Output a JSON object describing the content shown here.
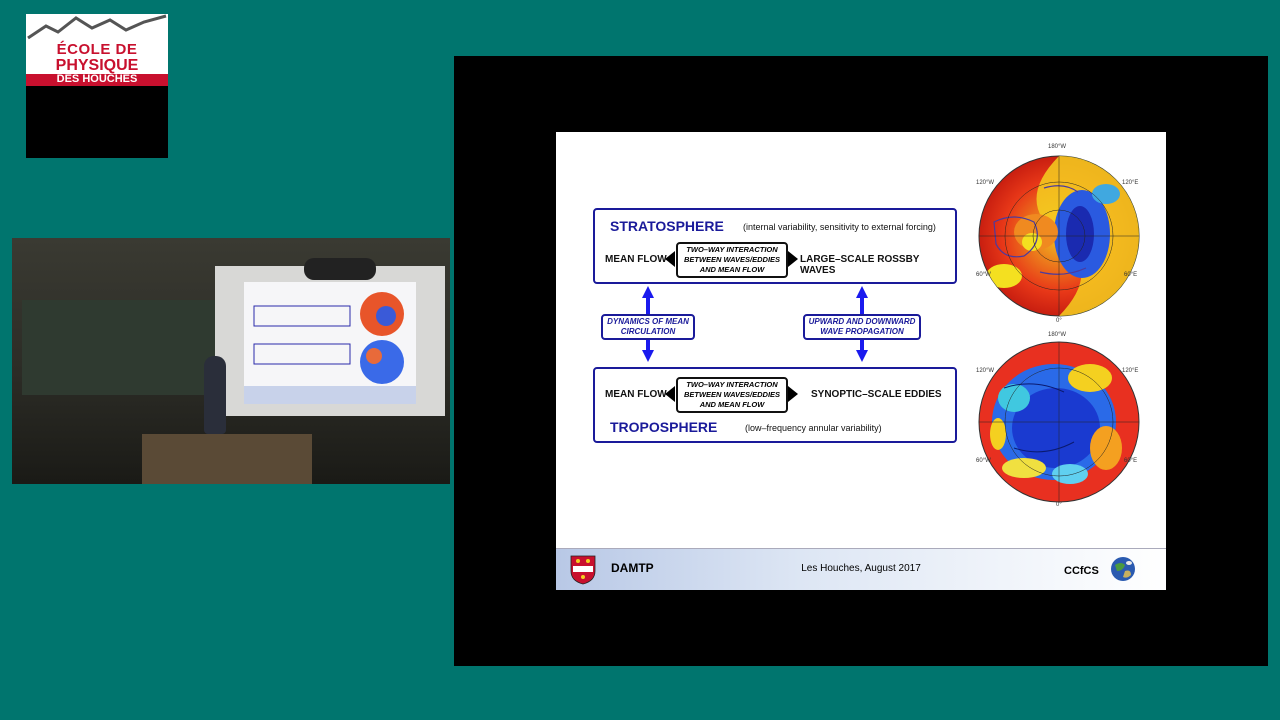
{
  "logo": {
    "line1": "ÉCOLE DE",
    "line2": "PHYSIQUE",
    "line3": "DES HOUCHES"
  },
  "slide": {
    "stratosphere": {
      "title": "STRATOSPHERE",
      "subtitle": "(internal variability, sensitivity to external forcing)",
      "left": "MEAN FLOW",
      "interaction": [
        "TWO–WAY INTERACTION",
        "BETWEEN WAVES/EDDIES",
        "AND MEAN FLOW"
      ],
      "right": "LARGE–SCALE ROSSBY WAVES"
    },
    "links": {
      "left": [
        "DYNAMICS OF MEAN",
        "CIRCULATION"
      ],
      "right": [
        "UPWARD AND DOWNWARD",
        "WAVE PROPAGATION"
      ]
    },
    "troposphere": {
      "title": "TROPOSPHERE",
      "subtitle": "(low–frequency annular variability)",
      "left": "MEAN FLOW",
      "interaction": [
        "TWO–WAY INTERACTION",
        "BETWEEN WAVES/EDDIES",
        "AND MEAN FLOW"
      ],
      "right": "SYNOPTIC–SCALE EDDIES"
    },
    "polar_labels": {
      "top": "180°W",
      "bottom": "0°",
      "left_upper": "120°W",
      "right_upper": "120°E",
      "left_lower": "60°W",
      "right_lower": "60°E"
    },
    "footer": {
      "left": "DAMTP",
      "center": "Les Houches, August 2017",
      "right": "CCfCS"
    }
  },
  "colors": {
    "background": "#00756e",
    "slide_blue": "#1a1a9a",
    "logo_red": "#c8102e"
  }
}
